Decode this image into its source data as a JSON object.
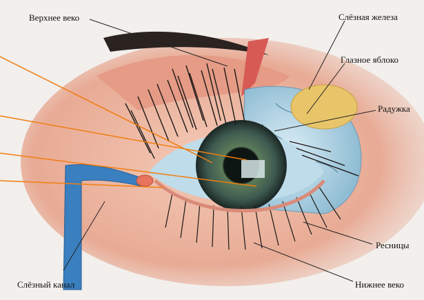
{
  "labels": {
    "upper_lid": "Верхнее веко",
    "lacrimal_gland": "Слёзная железа",
    "eyeball": "Глазное яблоко",
    "iris": "Радужка",
    "lashes": "Ресницы",
    "lower_lid": "Нижнее веко",
    "tear_duct": "Слёзный канал"
  },
  "colors": {
    "leader_black": "#222222",
    "leader_orange": "#f07d10",
    "skin": "#e8b09a",
    "sclera": "#a9cfe2",
    "iris": "#2f4a46",
    "gland": "#e7c66a",
    "duct": "#3a7fbf"
  }
}
